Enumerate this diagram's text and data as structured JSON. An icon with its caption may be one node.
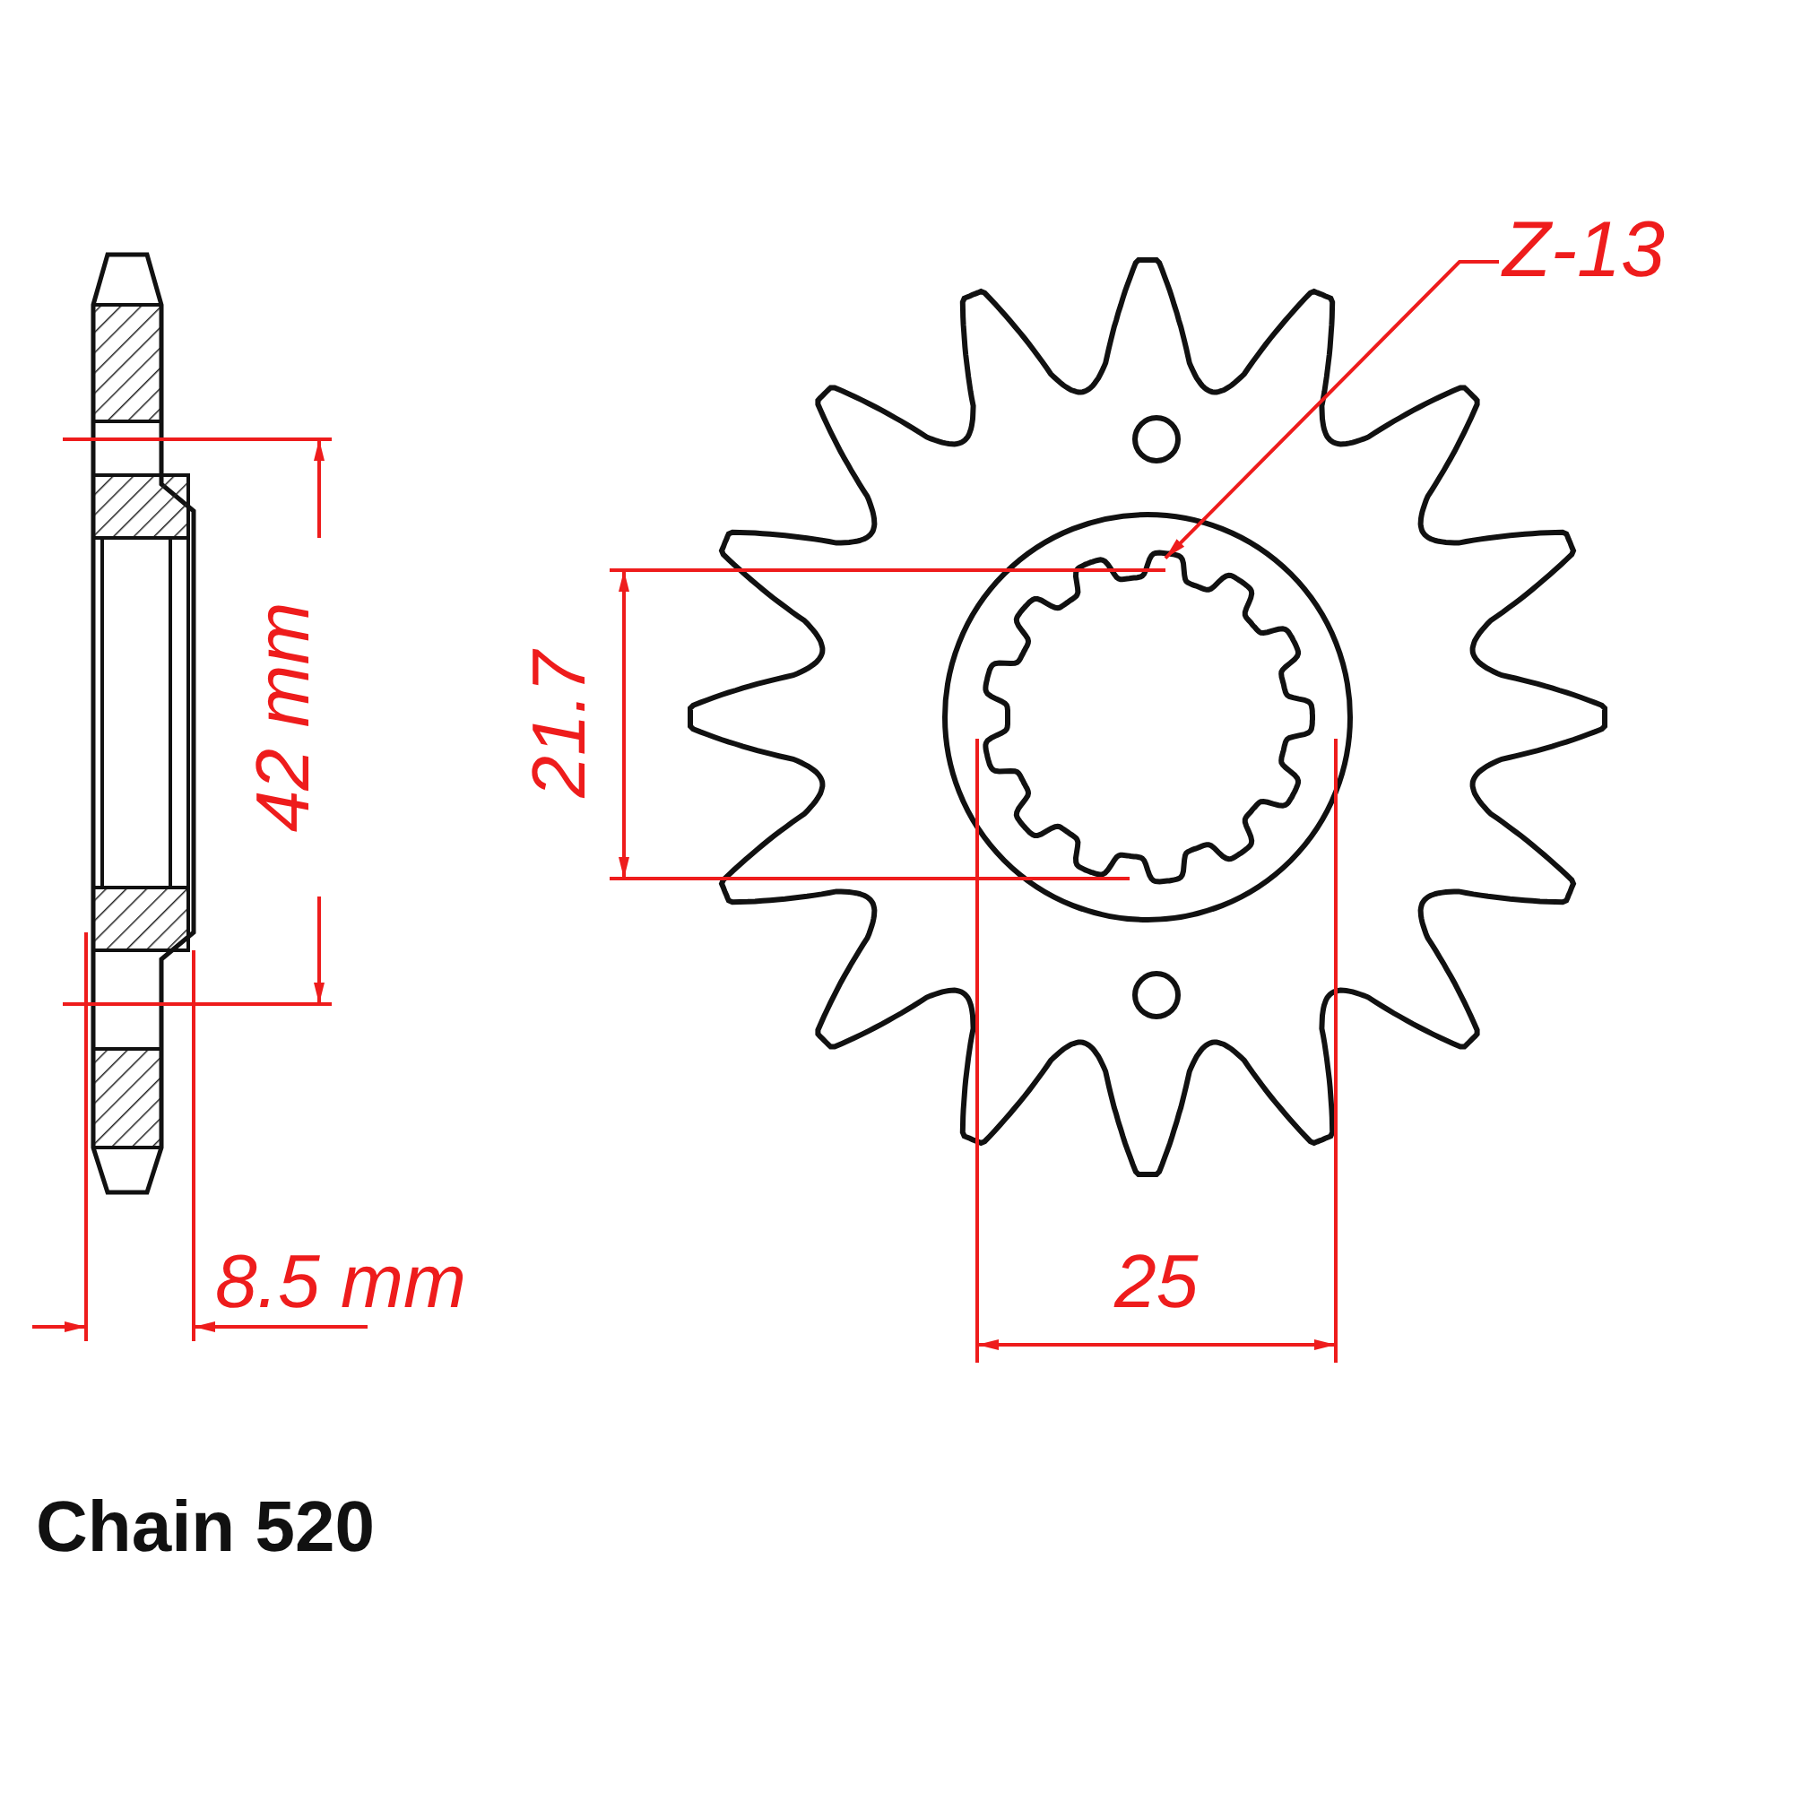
{
  "diagram": {
    "caption": "Chain 520",
    "nodes": [
      {
        "text": [
          "Z-13"
        ]
      },
      {
        "text": [],
        "shape": "picture"
      }
    ],
    "edges": [
      {
        "from": 0,
        "to": 1,
        "arrow": "to"
      }
    ],
    "labels": [
      "42 mm",
      "21.7",
      "8.5 mm",
      "25"
    ]
  }
}
